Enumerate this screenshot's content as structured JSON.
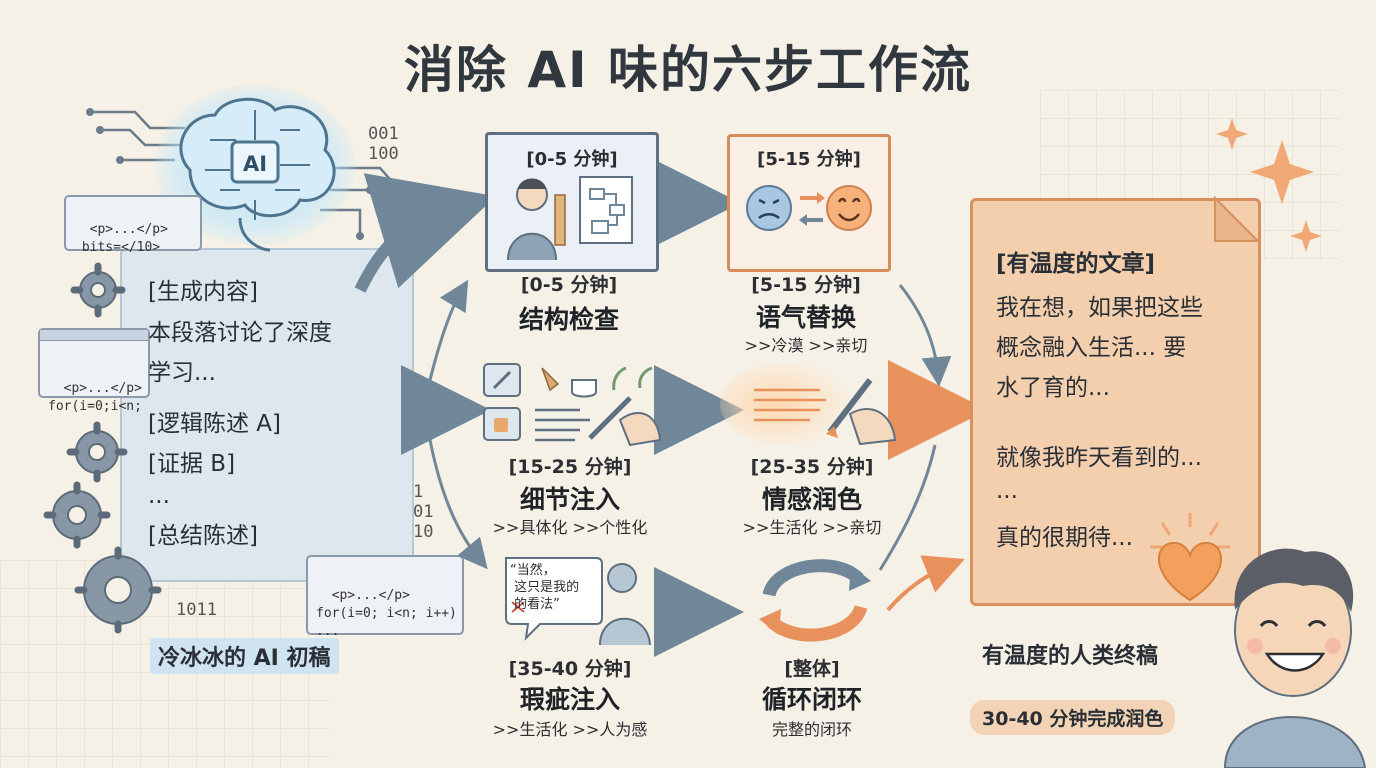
{
  "title": "消除 AI 味的六步工作流",
  "left": {
    "brain_label": "AI",
    "bits_top": "001\n100",
    "code_snippet_1": "<p>...</p>\n bits=</10>",
    "code_snippet_2": "<p>...</p>\nfor(i=0;i<n;",
    "draft_lines": [
      "[生成内容]",
      "本段落讨论了深度",
      "学习...",
      "[逻辑陈述 A]",
      "[证据 B]",
      "...",
      "[总结陈述]"
    ],
    "bits_mid": "1\n01\n10",
    "code_snippet_3": "<p>...</p>\nfor(i=0; i<n; i++)\n...",
    "bits_bottom": "1011",
    "caption": "冷冰冰的 AI 初稿"
  },
  "steps": {
    "structure": {
      "time_top": "[0-5 分钟]",
      "time": "[0-5 分钟]",
      "title": "结构检查"
    },
    "tone": {
      "time_top": "[5-15 分钟]",
      "time": "[5-15 分钟]",
      "title": "语气替换",
      "sub": ">>冷漠 >>亲切"
    },
    "detail": {
      "time": "[15-25 分钟]",
      "title": "细节注入",
      "sub": ">>具体化 >>个性化"
    },
    "emotion": {
      "time": "[25-35 分钟]",
      "title": "情感润色",
      "sub": ">>生活化 >>亲切"
    },
    "flaw": {
      "quote": "“当然，\n 这只是我的\n 的看法”",
      "time": "[35-40 分钟]",
      "title": "瑕疵注入",
      "sub": ">>生活化 >>人为感"
    },
    "loop": {
      "time": "[整体]",
      "title": "循环闭环",
      "sub": "完整的闭环"
    }
  },
  "article": {
    "header": "[有温度的文章]",
    "lines": [
      "我在想，如果把这些",
      "概念融入生活... 要",
      "水了育的...",
      "就像我昨天看到的...",
      "...",
      "真的很期待..."
    ]
  },
  "final_caption": "有温度的人类终稿",
  "time_badge": "30-40 分钟完成润色",
  "colors": {
    "blue_panel": "#5d6f80",
    "orange_panel": "#d88c5a",
    "arrow": "#6f8798",
    "accent_orange": "#e9915c",
    "heart": "#f2a05c"
  }
}
